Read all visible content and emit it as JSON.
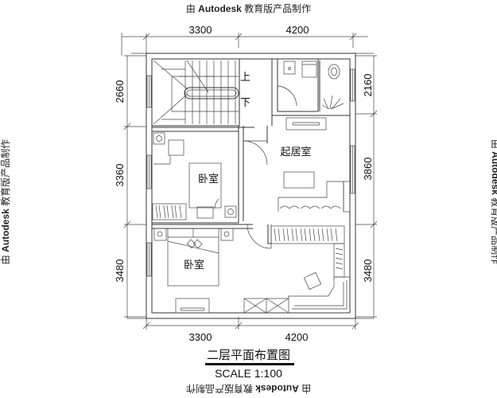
{
  "watermark": {
    "prefix": "由 ",
    "brand": "Autodesk",
    "suffix": " 教育版产品制作"
  },
  "dimensions": {
    "top": [
      "3300",
      "4200"
    ],
    "bottom": [
      "3300",
      "4200"
    ],
    "left": [
      "2660",
      "3360",
      "3480"
    ],
    "right": [
      "2160",
      "3860",
      "3480"
    ]
  },
  "rooms": {
    "living_room": "起居室",
    "bedroom_upper": "卧室",
    "bedroom_lower": "卧室"
  },
  "stairs": {
    "up_label": "上",
    "down_label": "下"
  },
  "drawing": {
    "title": "二层平面布置图",
    "scale": "SCALE 1:100"
  },
  "colors": {
    "line": "#333333",
    "background": "#ffffff"
  }
}
